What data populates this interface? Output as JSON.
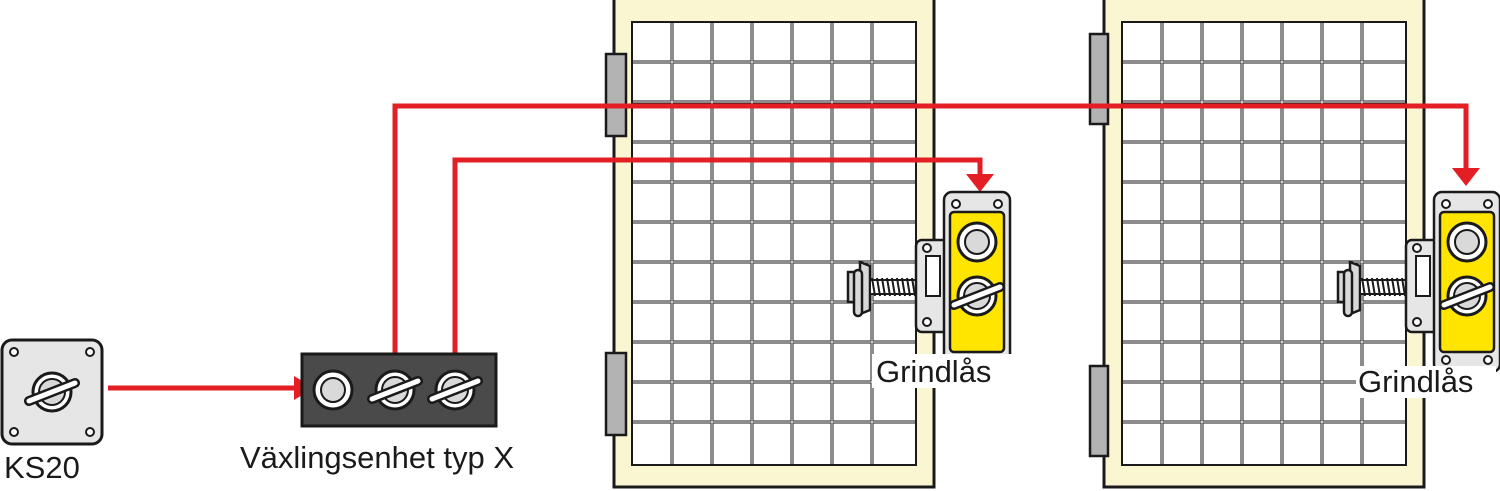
{
  "labels": {
    "ks20": "KS20",
    "switch_unit": "Växlingsenhet typ X",
    "gate_lock_1": "Grindlås",
    "gate_lock_2": "Grindlås"
  },
  "colors": {
    "wire": "#e31e24",
    "frame_fill": "#fbf6d2",
    "frame_stroke": "#1a1a1a",
    "lock_yellow": "#ffe500",
    "unit_dark": "#4a4a4a",
    "panel_grey": "#e6e6e6",
    "hinge_grey": "#b3b3b3"
  },
  "icons": {
    "key_switch": "key-switch-icon",
    "key_slot": "key-slot-icon",
    "lock_button": "lock-button-icon",
    "bolt": "bolt-icon",
    "spring": "spring-icon"
  }
}
